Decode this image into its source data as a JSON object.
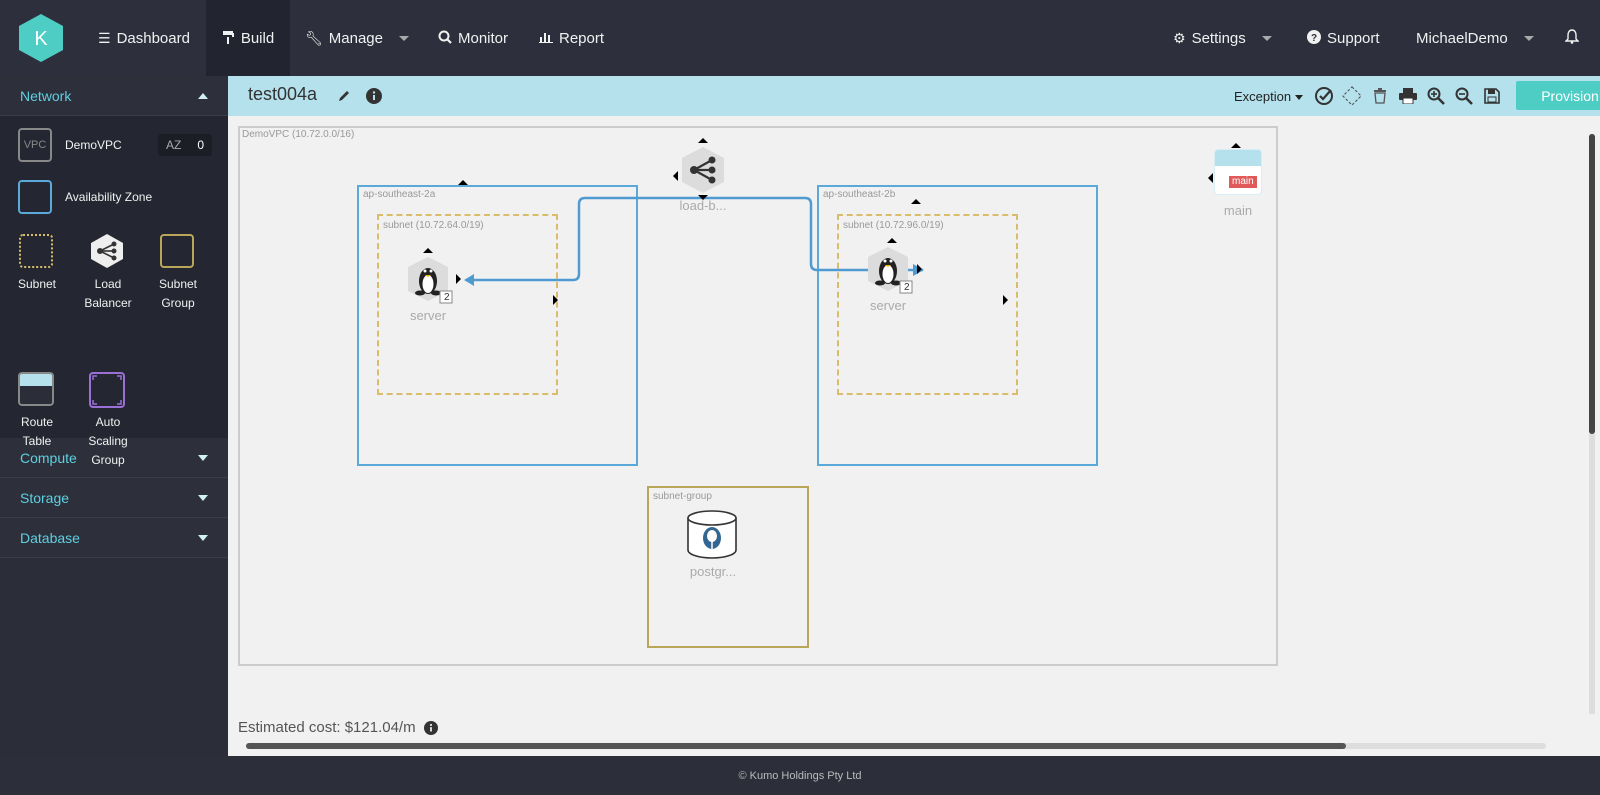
{
  "nav": {
    "dashboard": "Dashboard",
    "build": "Build",
    "manage": "Manage",
    "monitor": "Monitor",
    "report": "Report",
    "settings": "Settings",
    "support": "Support",
    "user": "MichaelDemo",
    "logo_letter": "K"
  },
  "sidebar": {
    "network": "Network",
    "compute": "Compute",
    "storage": "Storage",
    "database": "Database",
    "vpc_icon_text": "VPC",
    "vpc_name": "DemoVPC",
    "az_label": "AZ",
    "az_value": "0",
    "availability_zone": "Availability Zone",
    "subnet": "Subnet",
    "load_balancer_1": "Load",
    "load_balancer_2": "Balancer",
    "subnet_group_1": "Subnet",
    "subnet_group_2": "Group",
    "route_table_1": "Route",
    "route_table_2": "Table",
    "asg_1": "Auto",
    "asg_2": "Scaling",
    "asg_3": "Group"
  },
  "toolbar": {
    "title": "test004a",
    "exception": "Exception",
    "provision": "Provision"
  },
  "canvas": {
    "vpc_label": "DemoVPC (10.72.0.0/16)",
    "az_a": "ap-southeast-2a",
    "az_b": "ap-southeast-2b",
    "subnet_a": "subnet (10.72.64.0/19)",
    "subnet_b": "subnet (10.72.96.0/19)",
    "server_a": "server",
    "server_b": "server",
    "server_a_count": "2",
    "server_b_count": "2",
    "load_balancer": "load-b...",
    "subnet_group": "subnet-group",
    "postgres": "postgr...",
    "route_table_tag": "main",
    "route_table": "main",
    "estimate": "Estimated cost: $121.04/m"
  },
  "footer": "© Kumo Holdings Pty Ltd",
  "colors": {
    "accent": "#5ed0e0",
    "provision": "#4ecdc4",
    "az_border": "#5aa9d8",
    "subnet_border": "#d9bd6a",
    "subnet_group_border": "#b9a659"
  }
}
